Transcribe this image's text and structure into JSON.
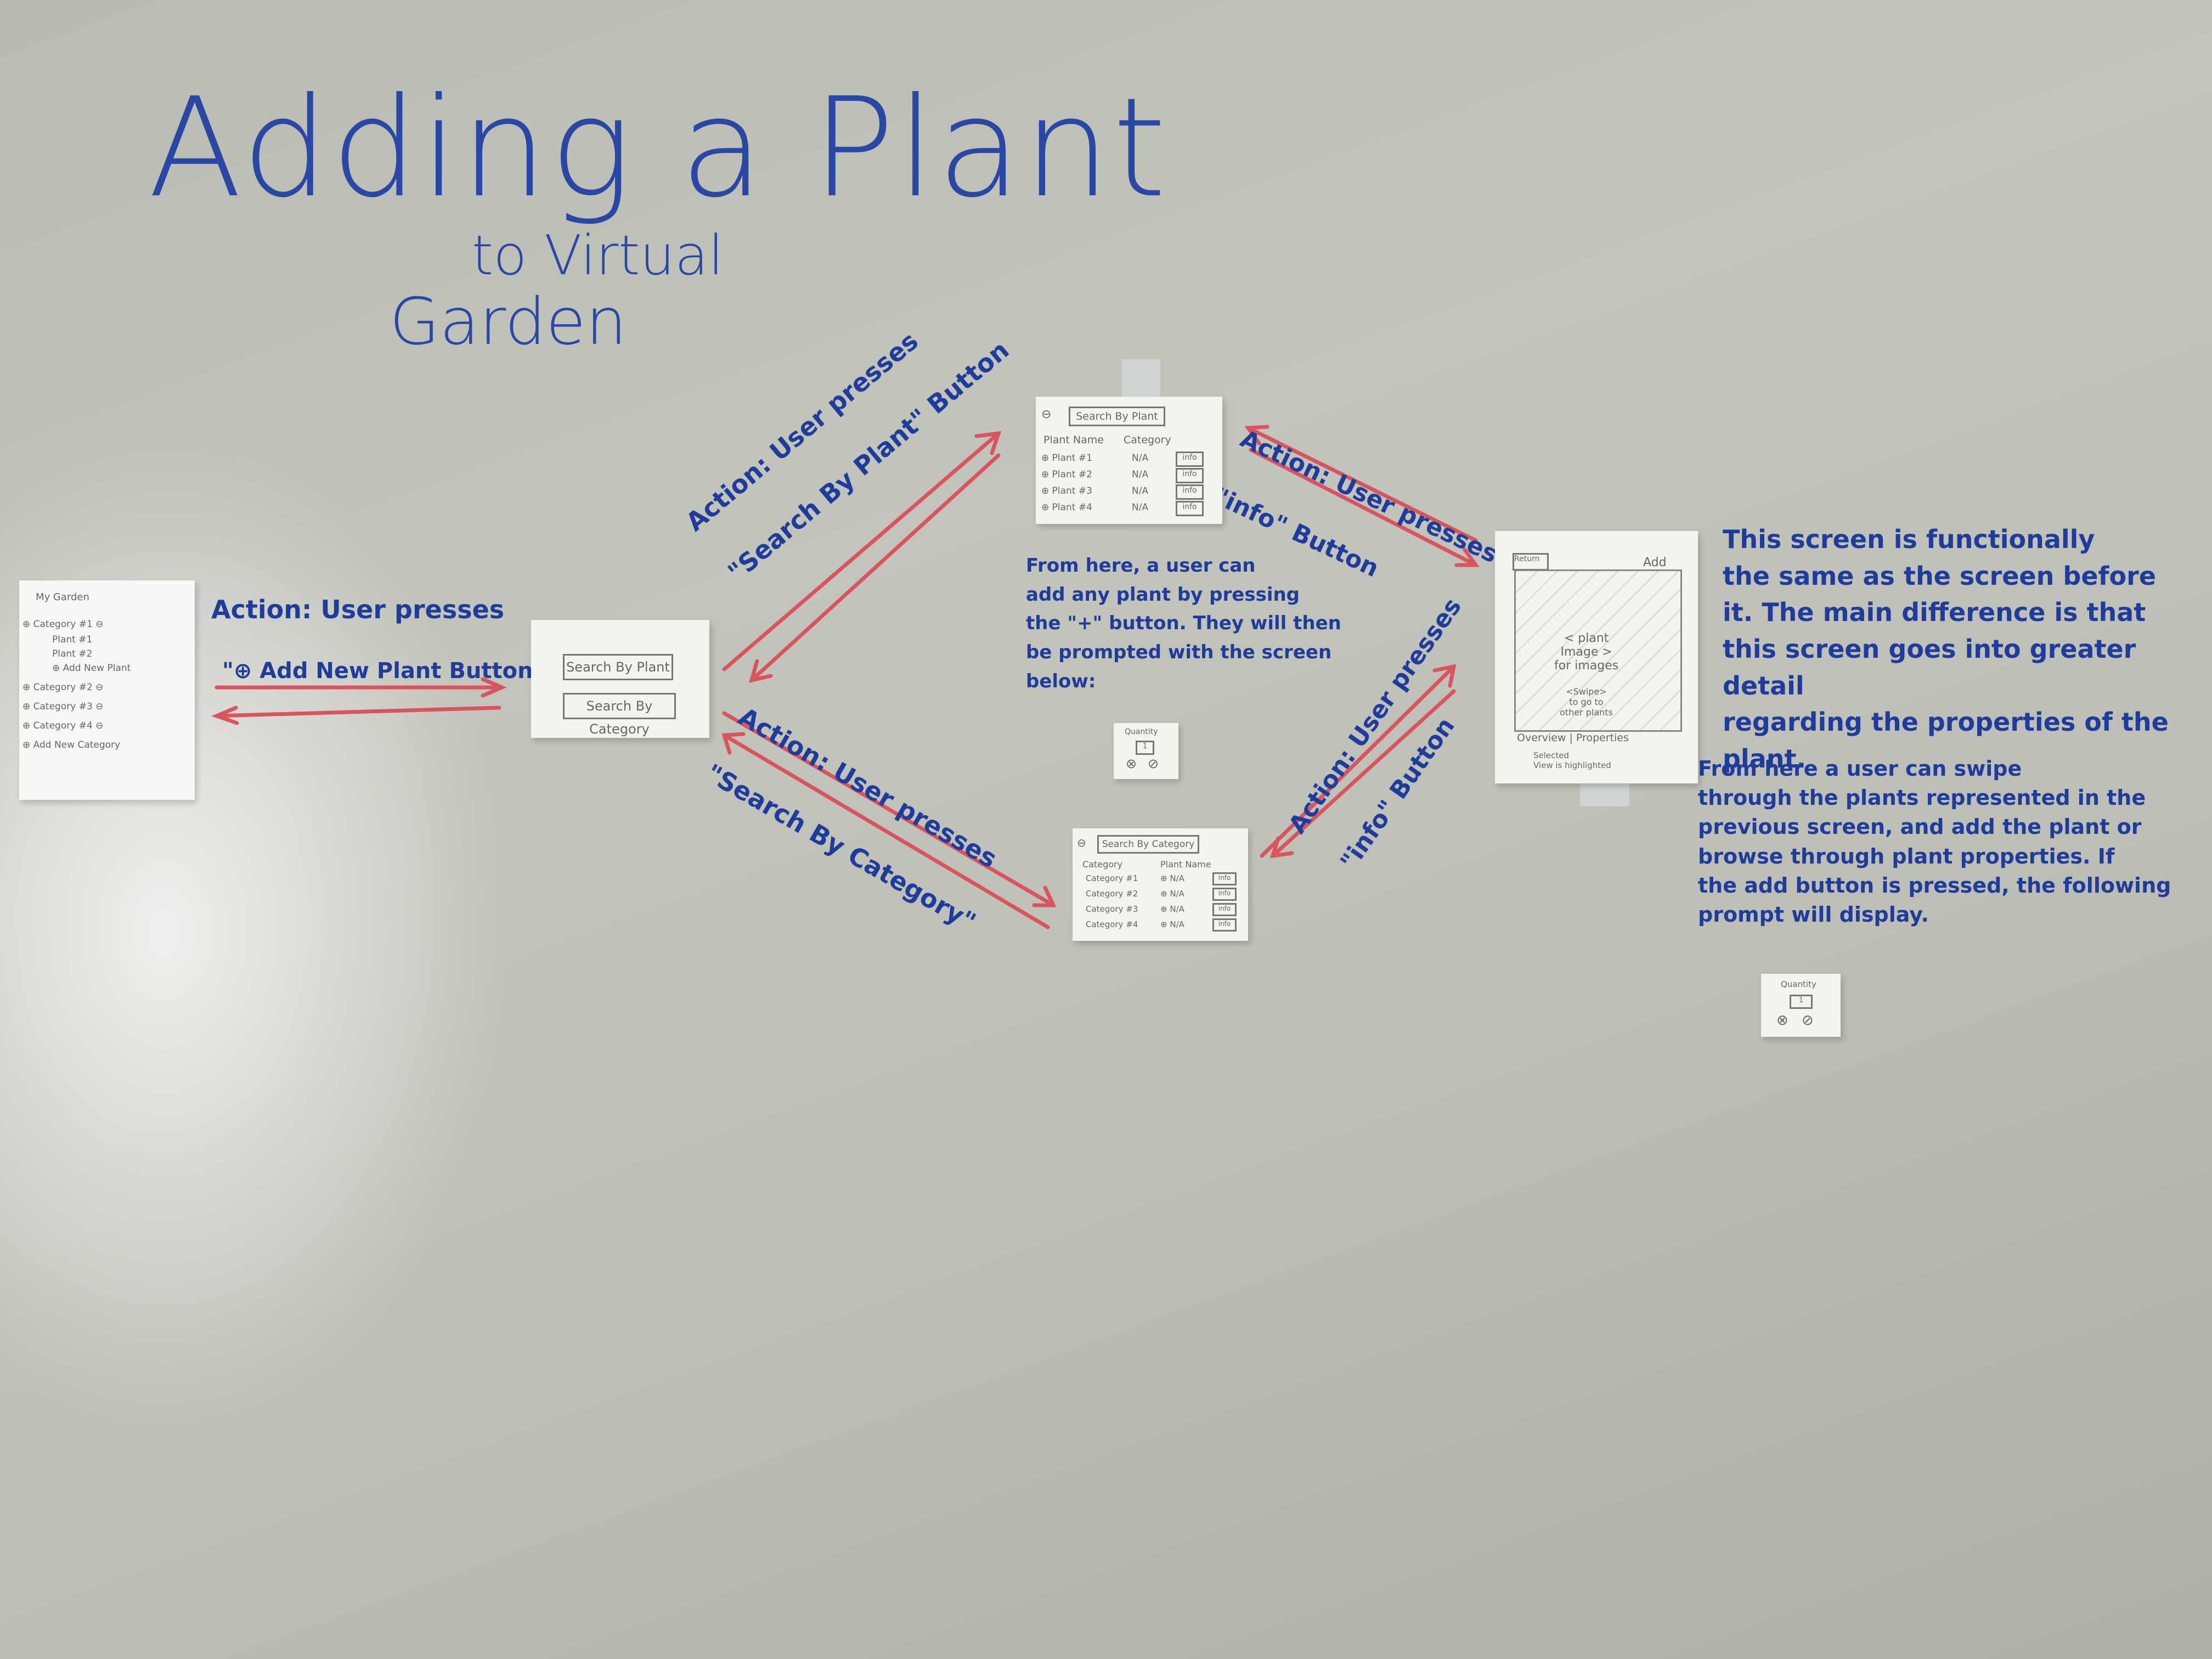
{
  "title": {
    "main": "Adding a Plant",
    "sub1": "to Virtual",
    "sub2": "Garden"
  },
  "actions": {
    "add_new": {
      "line1": "Action: User presses",
      "line2": "\"⊕ Add New Plant Button\""
    },
    "search_plant": {
      "line1": "Action: User presses",
      "line2": "\"Search By Plant\" Button"
    },
    "search_category": {
      "line1": "Action: User presses",
      "line2": "\"Search By Category\""
    },
    "info_top": {
      "line1": "Action: User presses",
      "line2": "\"info\" Button"
    },
    "info_bottom": {
      "line1": "Action: User presses",
      "line2": "\"info\" Button"
    }
  },
  "notes": {
    "middle": "From here, a user can\nadd any plant by pressing\nthe \"+\" button. They will then\nbe prompted with the screen\nbelow:",
    "right_1": "This screen is functionally\nthe same as the screen before\nit. The main difference is that\nthis screen goes into greater detail\nregarding the properties of the\nplant.",
    "right_2": "From here a user can swipe\nthrough the plants represented in the\nprevious screen, and add the plant or\nbrowse through plant properties. If\nthe add button is pressed, the following\nprompt will display."
  },
  "screens": {
    "garden": {
      "header": "My Garden",
      "rows": [
        "⊕ Category #1 ⊖",
        "Plant #1",
        "Plant #2",
        "⊕ Add New Plant",
        "⊕ Category #2 ⊖",
        "⊕ Category #3 ⊖",
        "⊕ Category #4 ⊖",
        "⊕ Add New Category"
      ]
    },
    "search_menu": {
      "btn_plant": "Search By Plant",
      "btn_category": "Search By Category"
    },
    "search_plant": {
      "search": "Search By Plant",
      "col_name": "Plant Name",
      "col_category": "Category",
      "rows": [
        {
          "name": "⊕ Plant #1",
          "category": "N/A",
          "info": "info"
        },
        {
          "name": "⊕ Plant #2",
          "category": "N/A",
          "info": "info"
        },
        {
          "name": "⊕ Plant #3",
          "category": "N/A",
          "info": "info"
        },
        {
          "name": "⊕ Plant #4",
          "category": "N/A",
          "info": "info"
        }
      ]
    },
    "search_category": {
      "search": "Search By Category",
      "col_category": "Category",
      "col_plant": "Plant Name",
      "rows": [
        {
          "category": "Category #1",
          "plant": "⊕ N/A",
          "info": "info"
        },
        {
          "category": "Category #2",
          "plant": "⊕ N/A",
          "info": "info"
        },
        {
          "category": "Category #3",
          "plant": "⊕ N/A",
          "info": "info"
        },
        {
          "category": "Category #4",
          "plant": "⊕ N/A",
          "info": "info"
        }
      ]
    },
    "detail": {
      "back": "Return",
      "add": "Add",
      "image_label": "< plant\nImage >\nfor images",
      "swipe": "<Swipe>\nto go to\nother plants",
      "tabs": "Overview | Properties",
      "caption": "Selected\nView is highlighted"
    },
    "quantity_prompt": {
      "label": "Quantity",
      "value": "1",
      "confirm": "⊗",
      "cancel": "⊘"
    }
  },
  "colors": {
    "marker_blue": "#2a47a6",
    "marker_red": "#d9545f",
    "board": "#bec0b7",
    "paper": "#f3f3f0"
  }
}
